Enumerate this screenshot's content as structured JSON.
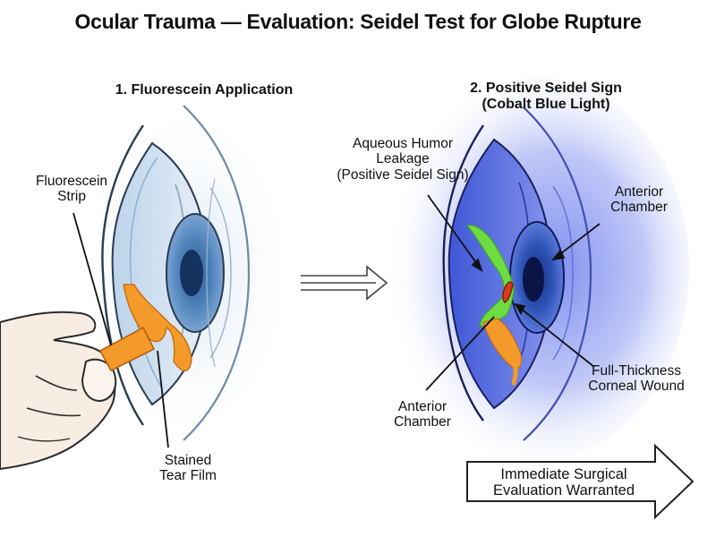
{
  "title": "Ocular Trauma — Evaluation: Seidel Test for Globe Rupture",
  "panel1": {
    "heading": "1. Fluorescein Application",
    "strip_label": [
      "Fluorescein",
      "Strip"
    ],
    "film_label": [
      "Stained",
      "Tear Film"
    ]
  },
  "panel2": {
    "heading": [
      "2. Positive Seidel Sign",
      "(Cobalt Blue Light)"
    ],
    "leak_label": [
      "Aqueous Humor",
      "Leakage",
      "(Positive Seidel Sign)"
    ],
    "chamber_top_label": [
      "Anterior",
      "Chamber"
    ],
    "wound_label": [
      "Full-Thickness",
      "Corneal Wound"
    ],
    "chamber_bottom_label": [
      "Anterior",
      "Chamber"
    ]
  },
  "callout": [
    "Immediate Surgical",
    "Evaluation Warranted"
  ],
  "colors": {
    "fluorescein_orange": "#f39a2a",
    "leak_green": "#6fe33a",
    "cobalt_blue": "#4d63e0",
    "iris_blue": "#4c80b8",
    "skin": "#f7ede3"
  },
  "icons": [
    "hand-icon",
    "arrow-right-icon",
    "eye-icon"
  ]
}
